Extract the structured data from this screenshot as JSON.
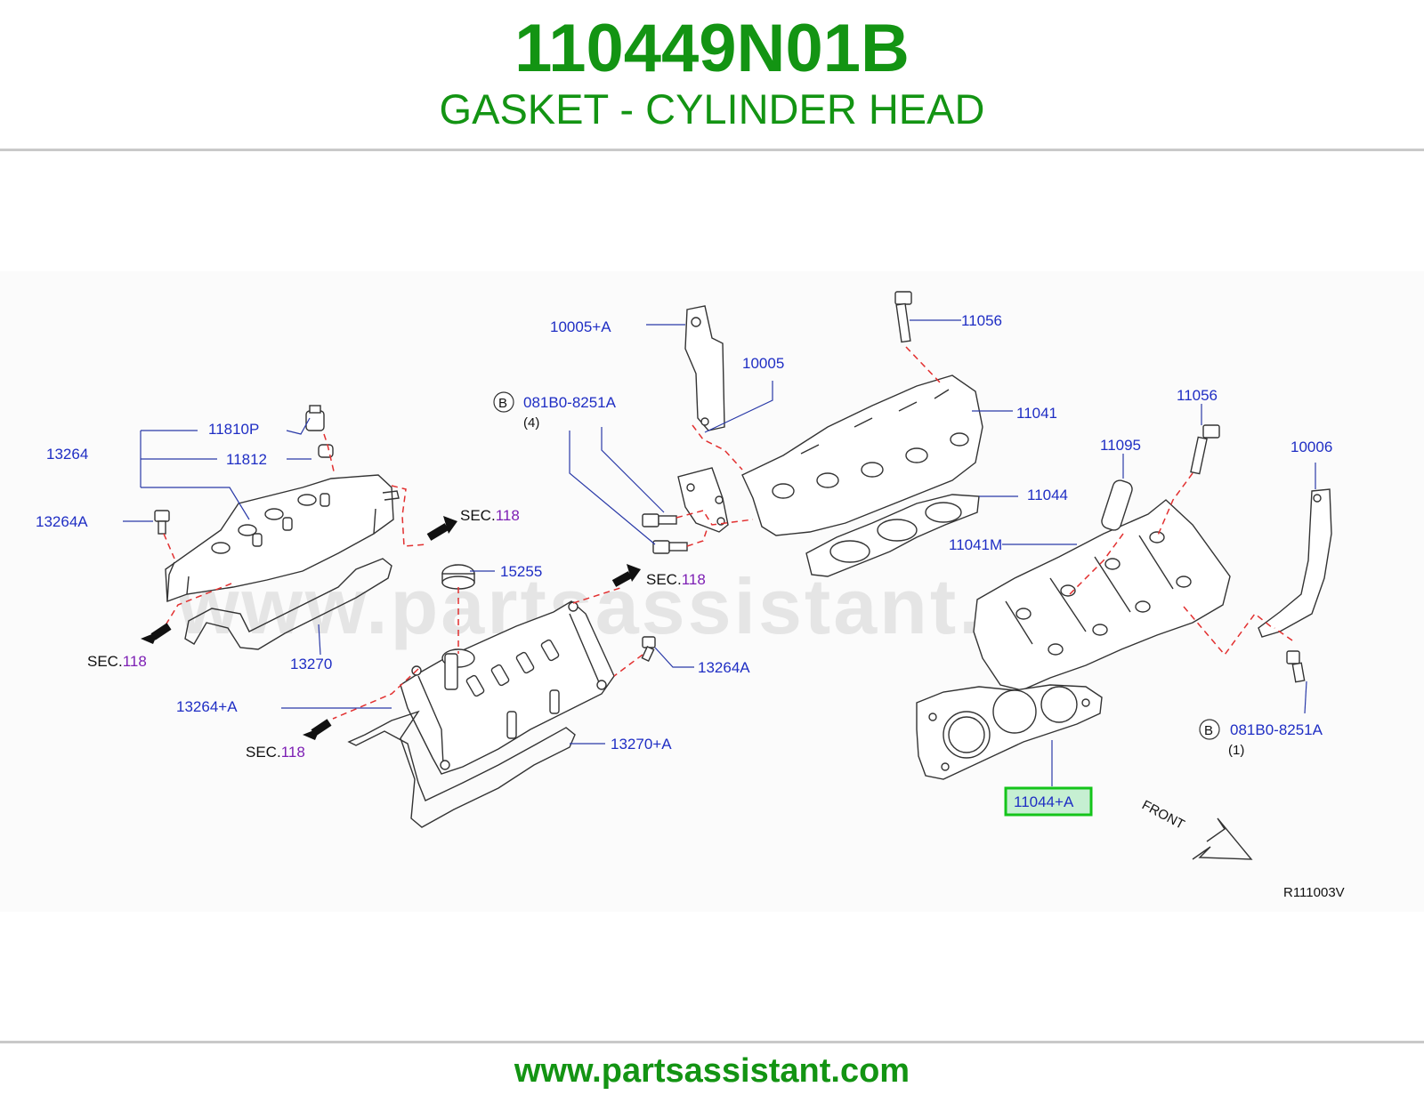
{
  "header": {
    "part_number": "110449N01B",
    "part_name": "GASKET - CYLINDER HEAD"
  },
  "diagram": {
    "watermark": "www.partsassistant.com",
    "labels": {
      "p10005a": "10005+A",
      "p11056_top": "11056",
      "p10005": "10005",
      "bolt_b_left": "081B0-8251A",
      "bolt_b_left_qty": "(4)",
      "p11041": "11041",
      "p11810p": "11810P",
      "p13264": "13264",
      "p11812": "11812",
      "p11056_right": "11056",
      "p11095": "11095",
      "p10006": "10006",
      "p11044": "11044",
      "p13264a_left": "13264A",
      "p11041m": "11041M",
      "p15255": "15255",
      "p13270": "13270",
      "p13264a_right": "13264A",
      "p13264pa": "13264+A",
      "p13270pa": "13270+A",
      "bolt_b_right": "081B0-8251A",
      "bolt_b_right_qty": "(1)",
      "p11044pa": "11044+A",
      "front": "FRONT",
      "ref_code": "R111003V",
      "b_marker": "B"
    },
    "sec_refs": [
      {
        "prefix": "SEC.",
        "num": "118"
      },
      {
        "prefix": "SEC.",
        "num": "118"
      },
      {
        "prefix": "SEC.",
        "num": "118"
      },
      {
        "prefix": "SEC.",
        "num": "118"
      }
    ],
    "highlighted_part": "11044+A",
    "colors": {
      "title_green": "#139413",
      "label_blue": "#1f2ec4",
      "sec_purple": "#7d1fb4",
      "highlight_green": "#14c41a",
      "leader_dash_red": "#e23030"
    }
  },
  "footer": {
    "link_text": "www.partsassistant.com"
  }
}
